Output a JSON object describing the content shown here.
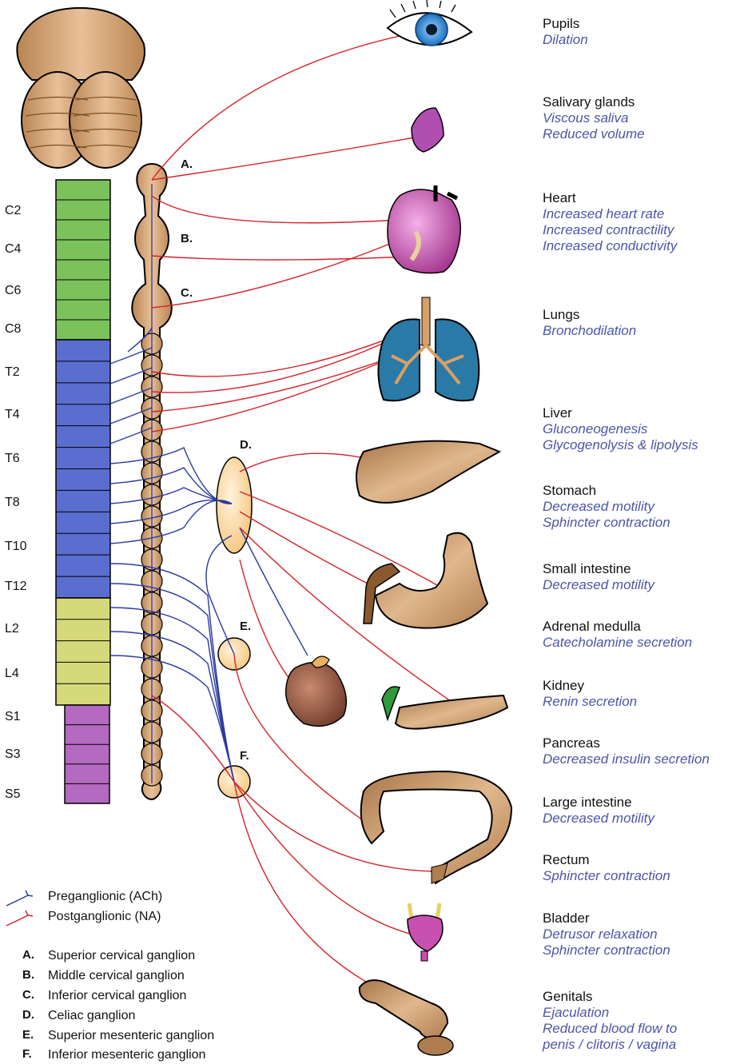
{
  "colors": {
    "pre": "#2b3a9e",
    "post": "#d4232a",
    "cervical": "#7cc25a",
    "thoracic": "#5a6ed0",
    "lumbar": "#d6d97a",
    "sacral": "#b46ac0",
    "effect_text": "#4a55a8",
    "tan": "#d9a877"
  },
  "segments": [
    "C2",
    "C4",
    "C6",
    "C8",
    "T2",
    "T4",
    "T6",
    "T8",
    "T10",
    "T12",
    "L2",
    "L4",
    "S1",
    "S3",
    "S5"
  ],
  "ganglia": [
    {
      "key": "A.",
      "name": "Superior cervical ganglion"
    },
    {
      "key": "B.",
      "name": "Middle cervical ganglion"
    },
    {
      "key": "C.",
      "name": "Inferior cervical ganglion"
    },
    {
      "key": "D.",
      "name": "Celiac ganglion"
    },
    {
      "key": "E.",
      "name": "Superior mesenteric ganglion"
    },
    {
      "key": "F.",
      "name": "Inferior mesenteric ganglion"
    }
  ],
  "legend": {
    "pre_label": "Preganglionic (ACh)",
    "post_label": "Postganglionic (NA)"
  },
  "organs": [
    {
      "name": "Pupils",
      "icon": "eye-icon",
      "effects": [
        "Dilation"
      ]
    },
    {
      "name": "Salivary glands",
      "icon": "salivary-gland-icon",
      "effects": [
        "Viscous saliva",
        "Reduced volume"
      ]
    },
    {
      "name": "Heart",
      "icon": "heart-icon",
      "effects": [
        "Increased heart rate",
        "Increased contractility",
        "Increased conductivity"
      ]
    },
    {
      "name": "Lungs",
      "icon": "lungs-icon",
      "effects": [
        "Bronchodilation"
      ]
    },
    {
      "name": "Liver",
      "icon": "liver-icon",
      "effects": [
        "Gluconeogenesis",
        "Glycogenolysis & lipolysis"
      ]
    },
    {
      "name": "Stomach",
      "icon": "stomach-icon",
      "effects": [
        "Decreased motility",
        "Sphincter contraction"
      ]
    },
    {
      "name": "Small intestine",
      "icon": "small-intestine-icon",
      "effects": [
        "Decreased motility"
      ]
    },
    {
      "name": "Adrenal medulla",
      "icon": "adrenal-icon",
      "effects": [
        "Catecholamine secretion"
      ]
    },
    {
      "name": "Kidney",
      "icon": "kidney-icon",
      "effects": [
        "Renin secretion"
      ]
    },
    {
      "name": "Pancreas",
      "icon": "pancreas-icon",
      "effects": [
        "Decreased insulin secretion"
      ]
    },
    {
      "name": "Large intestine",
      "icon": "large-intestine-icon",
      "effects": [
        "Decreased motility"
      ]
    },
    {
      "name": "Rectum",
      "icon": "rectum-icon",
      "effects": [
        "Sphincter contraction"
      ]
    },
    {
      "name": "Bladder",
      "icon": "bladder-icon",
      "effects": [
        "Detrusor relaxation",
        "Sphincter contraction"
      ]
    },
    {
      "name": "Genitals",
      "icon": "genitals-icon",
      "effects": [
        "Ejaculation",
        "Reduced blood flow to",
        "penis / clitoris / vagina"
      ]
    }
  ]
}
